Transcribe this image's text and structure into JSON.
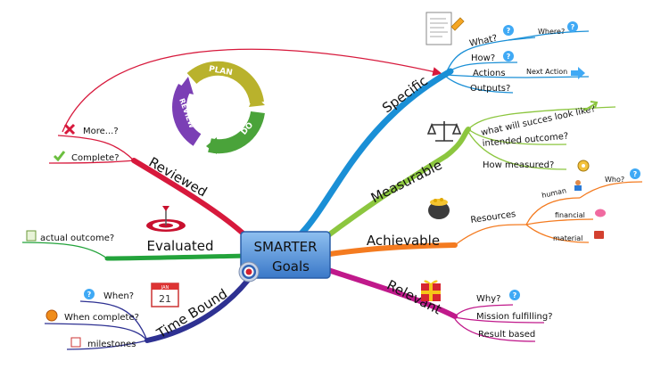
{
  "center": {
    "line1": "SMARTER",
    "line2": "Goals"
  },
  "cycle": {
    "plan": "PLAN",
    "do": "DO",
    "review": "REVIEW"
  },
  "branches": {
    "specific": {
      "label": "Specific",
      "items": {
        "what": "What?",
        "where": "Where?",
        "how": "How?",
        "actions": "Actions",
        "next_action": "Next Action",
        "outputs": "Outputs?"
      }
    },
    "measurable": {
      "label": "Measurable",
      "items": {
        "success": "what will succes look like?",
        "intended": "intended outcome?",
        "how_measured": "How measured?"
      }
    },
    "achievable": {
      "label": "Achievable",
      "items": {
        "resources": "Resources",
        "human": "human",
        "who": "Who?",
        "financial": "financial",
        "material": "material"
      }
    },
    "relevant": {
      "label": "Relevant",
      "items": {
        "why": "Why?",
        "mission": "Mission fulfilling?",
        "result": "Result based"
      }
    },
    "time_bound": {
      "label": "Time Bound",
      "items": {
        "when": "When?",
        "when_complete": "When complete?",
        "milestones": "milestones"
      }
    },
    "evaluated": {
      "label": "Evaluated",
      "items": {
        "actual": "actual outcome?"
      }
    },
    "reviewed": {
      "label": "Reviewed",
      "items": {
        "more": "More...?",
        "complete": "Complete?"
      }
    }
  },
  "icons": {
    "calendar_month": "JAN",
    "calendar_day": "21",
    "question": "?"
  },
  "colors": {
    "specific": "#1a8fd6",
    "measurable": "#8cc63f",
    "achievable": "#f47b20",
    "relevant": "#c0198b",
    "time_bound": "#2e3192",
    "evaluated": "#23a33b",
    "reviewed": "#d7193c",
    "center": "#4a8fd8"
  }
}
